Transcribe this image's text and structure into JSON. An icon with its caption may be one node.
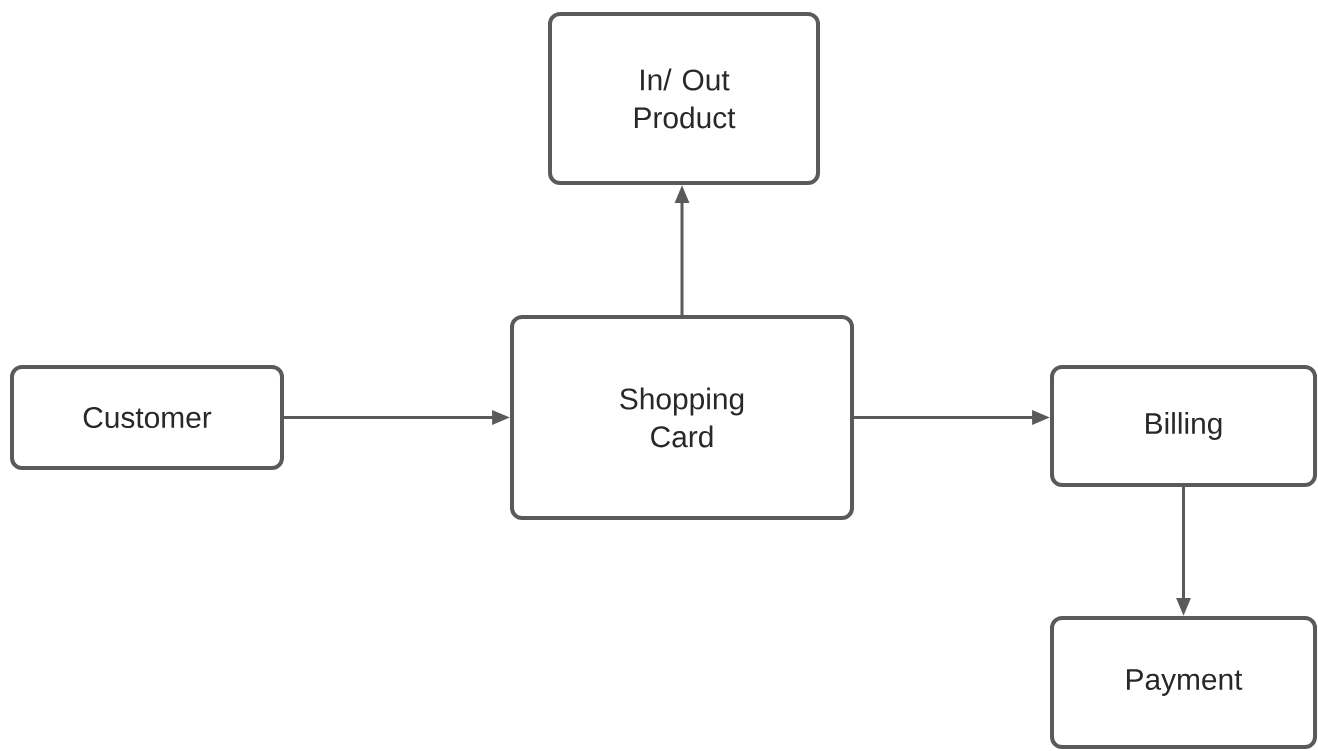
{
  "diagram": {
    "nodes": [
      {
        "text": [
          "In/ Out Product"
        ]
      },
      {
        "text": [
          "Customer"
        ]
      },
      {
        "text": [
          "Shopping Card"
        ]
      },
      {
        "text": [
          "Billing"
        ]
      },
      {
        "text": [
          "Payment"
        ]
      }
    ],
    "edges": [
      {
        "from": 2,
        "to": 0,
        "arrow": "to"
      },
      {
        "from": 1,
        "to": 2,
        "arrow": "to"
      },
      {
        "from": 2,
        "to": 3,
        "arrow": "to"
      },
      {
        "from": 3,
        "to": 4,
        "arrow": "to"
      }
    ]
  }
}
